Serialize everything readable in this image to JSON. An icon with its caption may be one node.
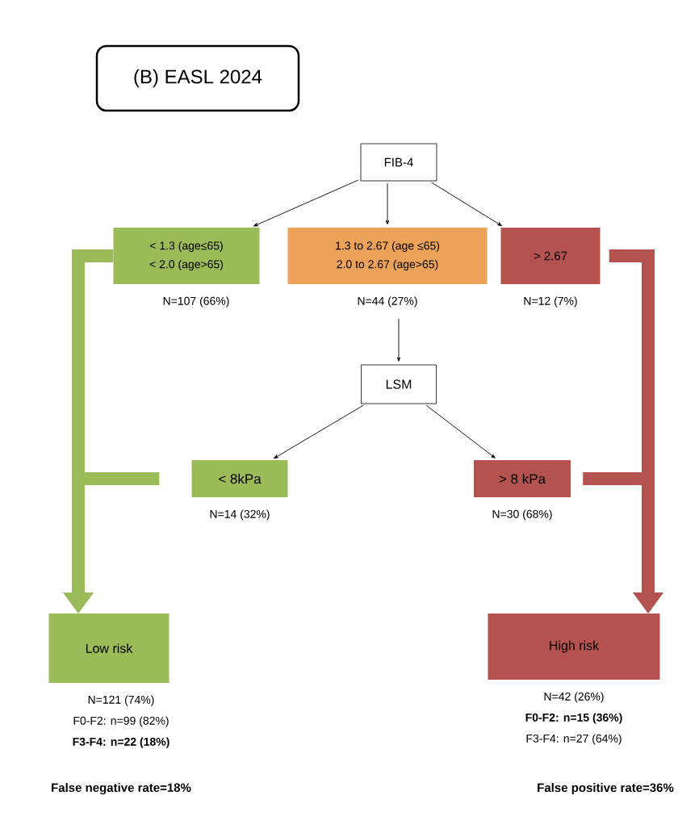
{
  "diagram": {
    "nodes": [
      {
        "text": [
          "(B) EASL 2024"
        ]
      },
      {
        "text": [
          "FIB-4"
        ]
      },
      {
        "text": [
          "< 1.3 (age≤65)",
          "< 2.0 (age>65)"
        ],
        "beside": [
          "N=107 (66%)"
        ]
      },
      {
        "text": [
          "1.3 to 2.67 (age ≤65)",
          "2.0 to 2.67 (age>65)"
        ],
        "beside": [
          "N=44 (27%)"
        ]
      },
      {
        "text": [
          "> 2.67"
        ],
        "beside": [
          "N=12 (7%)"
        ]
      },
      {
        "text": [
          "LSM"
        ]
      },
      {
        "text": [
          "< 8kPa"
        ],
        "beside": [
          "N=14 (32%)"
        ]
      },
      {
        "text": [
          "> 8 kPa"
        ],
        "beside": [
          "N=30 (68%)"
        ]
      },
      {
        "text": [
          "Low risk"
        ],
        "beside": [
          "N=121 (74%)",
          "F0-F2: n=99 (82%)",
          "**F3-F4: n=22 (18%)**"
        ]
      },
      {
        "text": [
          "High risk"
        ],
        "beside": [
          "N=42 (26%)",
          "**F0-F2: n=15 (36%)**",
          "F3-F4: n=27 (64%)"
        ]
      }
    ],
    "edges": [
      {
        "from": 1,
        "to": 2,
        "arrow": "to"
      },
      {
        "from": 1,
        "to": 3,
        "arrow": "to"
      },
      {
        "from": 1,
        "to": 4,
        "arrow": "to"
      },
      {
        "from": 3,
        "to": 5,
        "arrow": "to"
      },
      {
        "from": 5,
        "to": 6,
        "arrow": "to"
      },
      {
        "from": 5,
        "to": 7,
        "arrow": "to"
      },
      {
        "from": 2,
        "to": 8,
        "arrow": "to",
        "style": "thick",
        "color": "#9bbb59"
      },
      {
        "from": 6,
        "to": 8,
        "arrow": "to",
        "style": "thick",
        "color": "#9bbb59"
      },
      {
        "from": 4,
        "to": 9,
        "arrow": "to",
        "style": "thick",
        "color": "#b3524f"
      },
      {
        "from": 7,
        "to": 9,
        "arrow": "to",
        "style": "thick",
        "color": "#b3524f"
      }
    ],
    "labels": [
      "False negative rate=18%",
      "False positive rate=36%"
    ]
  }
}
